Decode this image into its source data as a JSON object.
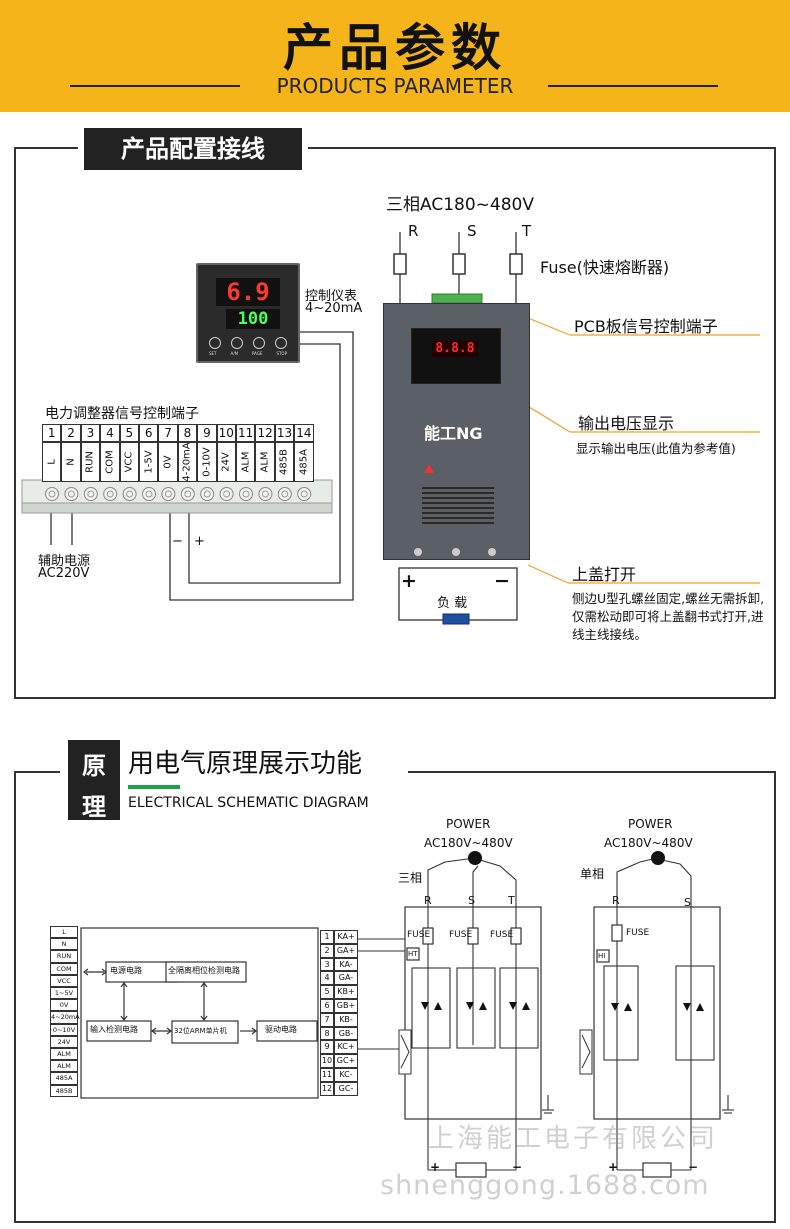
{
  "header": {
    "title": "产品参数",
    "subtitle": "PRODUCTS PARAMETER"
  },
  "section1": {
    "tag": "产品配置接线",
    "supply": "三相AC180~480V",
    "phases": [
      "R",
      "S",
      "T"
    ],
    "fuse": "Fuse(快速熔断器)",
    "controller_label_line1": "控制仪表",
    "controller_label_line2": "4~20mA",
    "controller_pv": "6.9",
    "controller_sv": "100",
    "controller_keys": [
      "SET",
      "A/M",
      "PAGE",
      "STOP"
    ],
    "terminal_title": "电力调整器信号控制端子",
    "terminal_numbers": [
      "1",
      "2",
      "3",
      "4",
      "5",
      "6",
      "7",
      "8",
      "9",
      "10",
      "11",
      "12",
      "13",
      "14"
    ],
    "terminal_labels": [
      "L",
      "N",
      "RUN",
      "COM",
      "VCC",
      "1-5V",
      "0V",
      "4-20mA",
      "0-10V",
      "24V",
      "ALM",
      "ALM",
      "485B",
      "485A"
    ],
    "aux_power_line1": "辅助电源",
    "aux_power_line2": "AC220V",
    "minus": "−",
    "plus": "+",
    "pcb_label": "PCB板信号控制端子",
    "output_label": "输出电压显示",
    "output_note": "显示输出电压(此值为参考值)",
    "cover_label": "上盖打开",
    "cover_note": "侧边U型孔螺丝固定,螺丝无需拆卸,仅需松动即可将上盖翻书式打开,进线主线接线。",
    "device_display": "8.8.8",
    "device_brand": "能工NG",
    "load_label": "负 载",
    "load_plus": "+",
    "load_minus": "−"
  },
  "section2": {
    "tag_line1": "原",
    "tag_line2": "理",
    "title": "用电气原理展示功能",
    "subtitle": "ELECTRICAL SCHEMATIC DIAGRAM",
    "inputs": [
      "L",
      "N",
      "RUN",
      "COM",
      "VCC",
      "1~5V",
      "0V",
      "4~20mA",
      "0~10V",
      "24V",
      "ALM",
      "ALM",
      "485A",
      "485B"
    ],
    "blocks": {
      "power": "电源电路",
      "phase": "全隔离相位检测电路",
      "input": "输入检测电路",
      "arm": "32位ARM单片机",
      "drive": "驱动电路"
    },
    "outputs_num": [
      "1",
      "2",
      "3",
      "4",
      "5",
      "6",
      "7",
      "8",
      "9",
      "10",
      "11",
      "12"
    ],
    "outputs": [
      "KA+",
      "GA+",
      "KA-",
      "GA-",
      "KB+",
      "GB+",
      "KB-",
      "GB-",
      "KC+",
      "GC+",
      "KC-",
      "GC-"
    ],
    "three_phase": {
      "power": "POWER",
      "voltage": "AC180V~480V",
      "label": "三相",
      "phases": [
        "R",
        "S",
        "T"
      ],
      "fuse": "FUSE",
      "ht": "HT"
    },
    "single_phase": {
      "power": "POWER",
      "voltage": "AC180V~480V",
      "label": "单相",
      "phases": [
        "R",
        "S"
      ],
      "fuse": "FUSE",
      "hi": "HI"
    },
    "watermark1": "上海能工电子有限公司",
    "watermark2": "shnenggong.1688.com"
  }
}
